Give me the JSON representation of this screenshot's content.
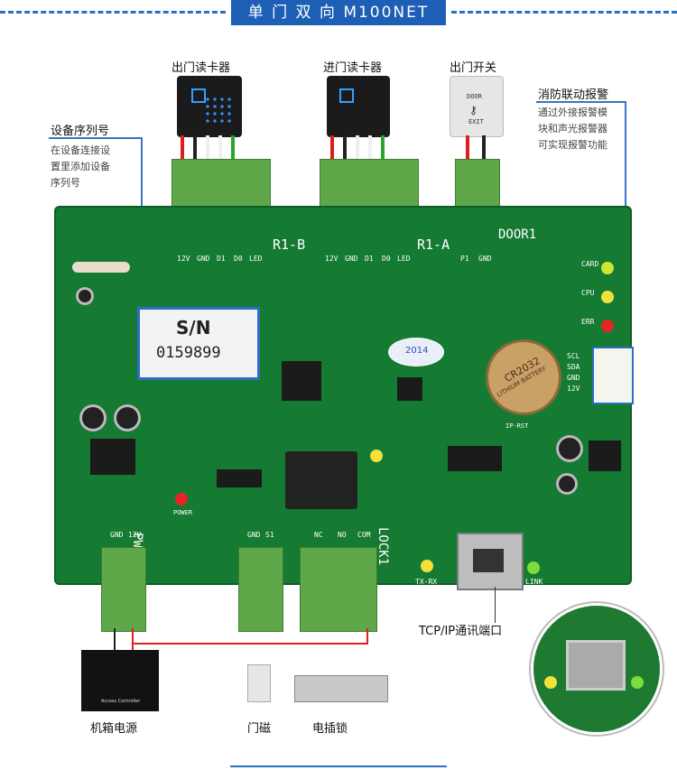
{
  "header": {
    "title": "单 门 双 向 M100NET"
  },
  "labels": {
    "exit_reader": "出门读卡器",
    "entry_reader": "进门读卡器",
    "exit_switch": "出门开关",
    "fire_alarm": "消防联动报警",
    "fire_note": [
      "通过外接报警模",
      "块和声光报警器",
      "可实现报警功能"
    ],
    "serial_title": "设备序列号",
    "serial_note": [
      "在设备连接设",
      "置里添加设备",
      "序列号"
    ],
    "tcp_port": "TCP/IP通讯端口",
    "psu": "机箱电源",
    "door_sensor": "门磁",
    "electric_lock": "电插锁"
  },
  "board": {
    "sn_label": "S/N",
    "sn_number": "0159899",
    "r1b": "R1-B",
    "r1a": "R1-A",
    "door1": "DOOR1",
    "pwr": "PWR",
    "lock1": "LOCK1",
    "pins_reader": [
      "12V",
      "GND",
      "D1",
      "D0",
      "LED"
    ],
    "pins_door": [
      "P1",
      "GND"
    ],
    "pins_pwr": [
      "GND",
      "12V"
    ],
    "pins_sensor": [
      "GND",
      "S1"
    ],
    "pins_lock": [
      "NC",
      "NO",
      "COM"
    ],
    "led_labels": [
      "CARD",
      "CPU",
      "ERR"
    ],
    "alarm_pins": [
      "SCL",
      "SDA",
      "GND",
      "12V"
    ],
    "power_led": "POWER",
    "tx_rx": "TX-RX",
    "link": "LINK",
    "ip_rst": "IP-RST",
    "battery": "CR2032",
    "battery_sub": "LITHIUM BATTERY",
    "exit_btn_top": "DOOR",
    "exit_btn_bottom": "EXIT",
    "psu_plate": "Access Controller",
    "sticker_year": "2014"
  },
  "colors": {
    "accent": "#1e5fb6",
    "board": "#157a32",
    "terminal": "#5fa84a",
    "wire_red": "#e02020"
  }
}
